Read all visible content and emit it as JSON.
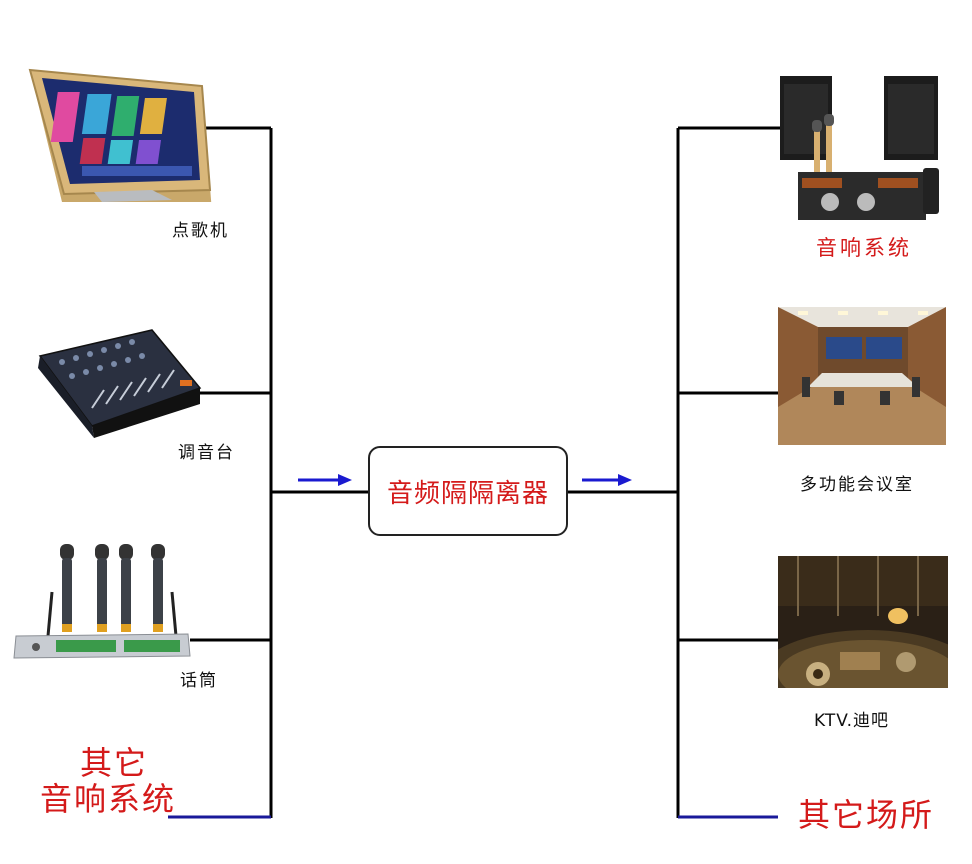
{
  "center": {
    "label": "音频隔隔离器"
  },
  "inputs": [
    {
      "label": "点歌机",
      "icon": "touchscreen-jukebox-icon"
    },
    {
      "label": "调音台",
      "icon": "mixing-console-icon"
    },
    {
      "label": "话筒",
      "icon": "wireless-microphone-set-icon"
    },
    {
      "label": "其它",
      "label2": "音响系统"
    }
  ],
  "outputs": [
    {
      "label": "音响系统",
      "icon": "speaker-amplifier-system-icon"
    },
    {
      "label": "多功能会议室",
      "icon": "conference-room-photo"
    },
    {
      "label": "KTV.迪吧",
      "icon": "ktv-dj-booth-photo"
    },
    {
      "label": "其它场所"
    }
  ],
  "colors": {
    "accent_red": "#d41a1a",
    "arrow_blue": "#1a1ad0",
    "line": "#000000"
  }
}
